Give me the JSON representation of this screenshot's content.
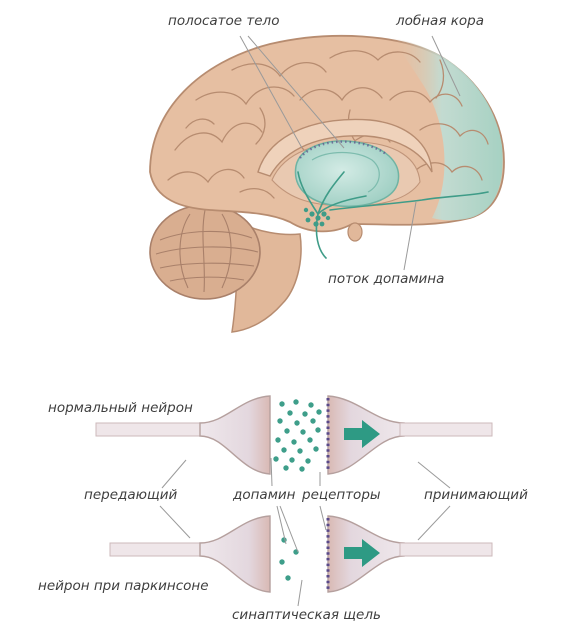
{
  "colors": {
    "brain_fill": "#e6bfa2",
    "brain_stroke": "#b78c70",
    "teal": "#4faa98",
    "teal_light": "#b7dcd3",
    "neuron_fill": "#e7dee4",
    "neuron_edge": "#b5a09e",
    "receptor": "#5a4a8a",
    "label_text": "#3f3f3f",
    "leader_line": "#9a9a9a"
  },
  "brain_labels": {
    "striatum": "полосатое тело",
    "frontal_cortex": "лобная кора",
    "dopamine_flow": "поток допамина"
  },
  "synapse_labels": {
    "normal_neuron": "нормальный нейрон",
    "transmitting": "передающий",
    "dopamine": "допамин",
    "receptors": "рецепторы",
    "receiving": "принимающий",
    "parkinson_neuron": "нейрон при паркинсоне",
    "synaptic_cleft": "синаптическая щель"
  },
  "icons": {
    "arrow_top": "arrow-right-icon",
    "arrow_bottom": "arrow-right-icon"
  }
}
